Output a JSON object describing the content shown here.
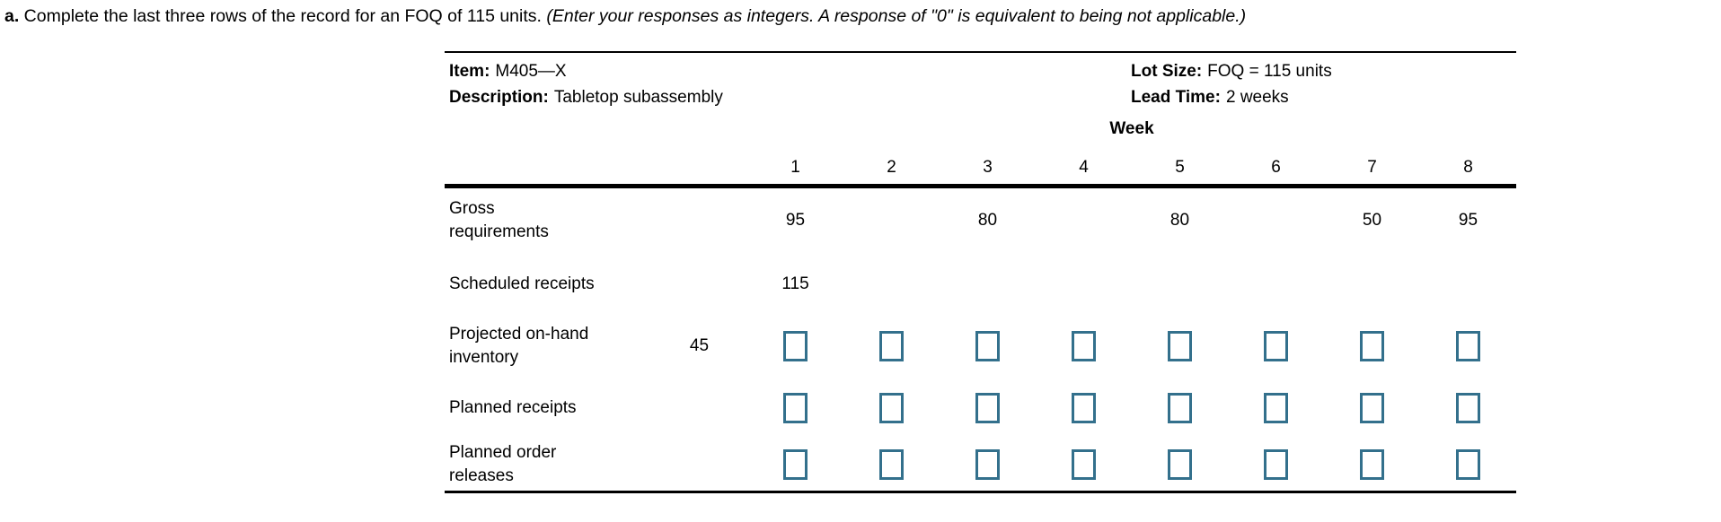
{
  "question": {
    "part_label": "a.",
    "text": " Complete the last three rows of the record for an FOQ of 115 units. ",
    "instruction_note": "(Enter your responses as integers. A response of \"0\" is equivalent to being not applicable.)"
  },
  "record": {
    "item_label": "Item:",
    "item_value": "M405—X",
    "description_label": "Description:",
    "description_value": "Tabletop subassembly",
    "lot_size_label": "Lot Size:",
    "lot_size_value": "FOQ = 115 units",
    "lead_time_label": "Lead Time:",
    "lead_time_value": "2 weeks",
    "week_header": "Week",
    "week_numbers": [
      "1",
      "2",
      "3",
      "4",
      "5",
      "6",
      "7",
      "8"
    ],
    "rows": [
      {
        "label": "Gross requirements",
        "begin": "",
        "editable": false,
        "values": [
          "95",
          "",
          "80",
          "",
          "80",
          "",
          "50",
          "95"
        ]
      },
      {
        "label": "Scheduled receipts",
        "begin": "",
        "editable": false,
        "values": [
          "115",
          "",
          "",
          "",
          "",
          "",
          "",
          ""
        ]
      },
      {
        "label": "Projected on-hand inventory",
        "begin": "45",
        "editable": true,
        "values": [
          "",
          "",
          "",
          "",
          "",
          "",
          "",
          ""
        ]
      },
      {
        "label": "Planned receipts",
        "begin": "",
        "editable": true,
        "values": [
          "",
          "",
          "",
          "",
          "",
          "",
          "",
          ""
        ]
      },
      {
        "label": "Planned order releases",
        "begin": "",
        "editable": true,
        "values": [
          "",
          "",
          "",
          "",
          "",
          "",
          "",
          ""
        ]
      }
    ]
  },
  "colors": {
    "answer_box_border": "#33708c",
    "text": "#000000",
    "background": "#ffffff"
  }
}
